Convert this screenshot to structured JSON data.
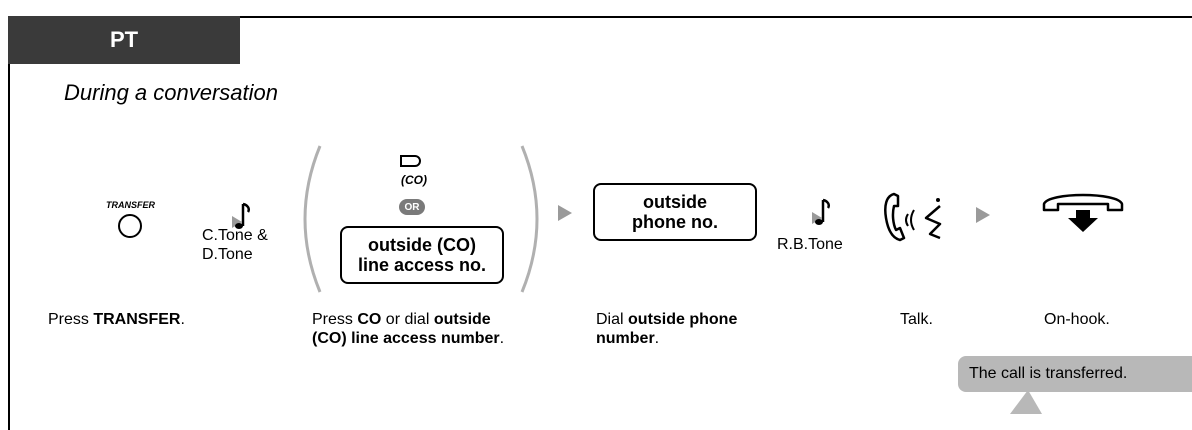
{
  "header": {
    "tab_label": "PT",
    "subtitle": "During a conversation"
  },
  "sequence": {
    "transfer_button_label": "TRANSFER",
    "tone1_line1": "C.Tone &",
    "tone1_line2": "D.Tone",
    "co_button_label": "(CO)",
    "or_label": "OR",
    "access_box_line1": "outside (CO)",
    "access_box_line2": "line access no.",
    "phone_box_line1": "outside",
    "phone_box_line2": "phone no.",
    "tone2_label": "R.B.Tone"
  },
  "steps": {
    "step1_prefix": "Press ",
    "step1_bold": "TRANSFER",
    "step1_suffix": ".",
    "step2_prefix": "Press ",
    "step2_bold1": "CO",
    "step2_mid": " or dial ",
    "step2_bold2_line1": "outside",
    "step2_bold2_line2": "(CO) line access number",
    "step2_suffix": ".",
    "step3_prefix": "Dial ",
    "step3_bold_line1": "outside phone",
    "step3_bold_line2": "number",
    "step3_suffix": ".",
    "step4": "Talk.",
    "step5": "On-hook."
  },
  "callout": {
    "text": "The call is transferred."
  },
  "colors": {
    "tab_bg": "#3a3a3a",
    "arrow": "#9a9a9a",
    "callout_bg": "#b8b8b8",
    "paren": "#b0b0b0"
  },
  "icons": [
    "transfer-button-icon",
    "tone-icon",
    "co-button-icon",
    "or-badge-icon",
    "talk-icon",
    "on-hook-icon"
  ]
}
